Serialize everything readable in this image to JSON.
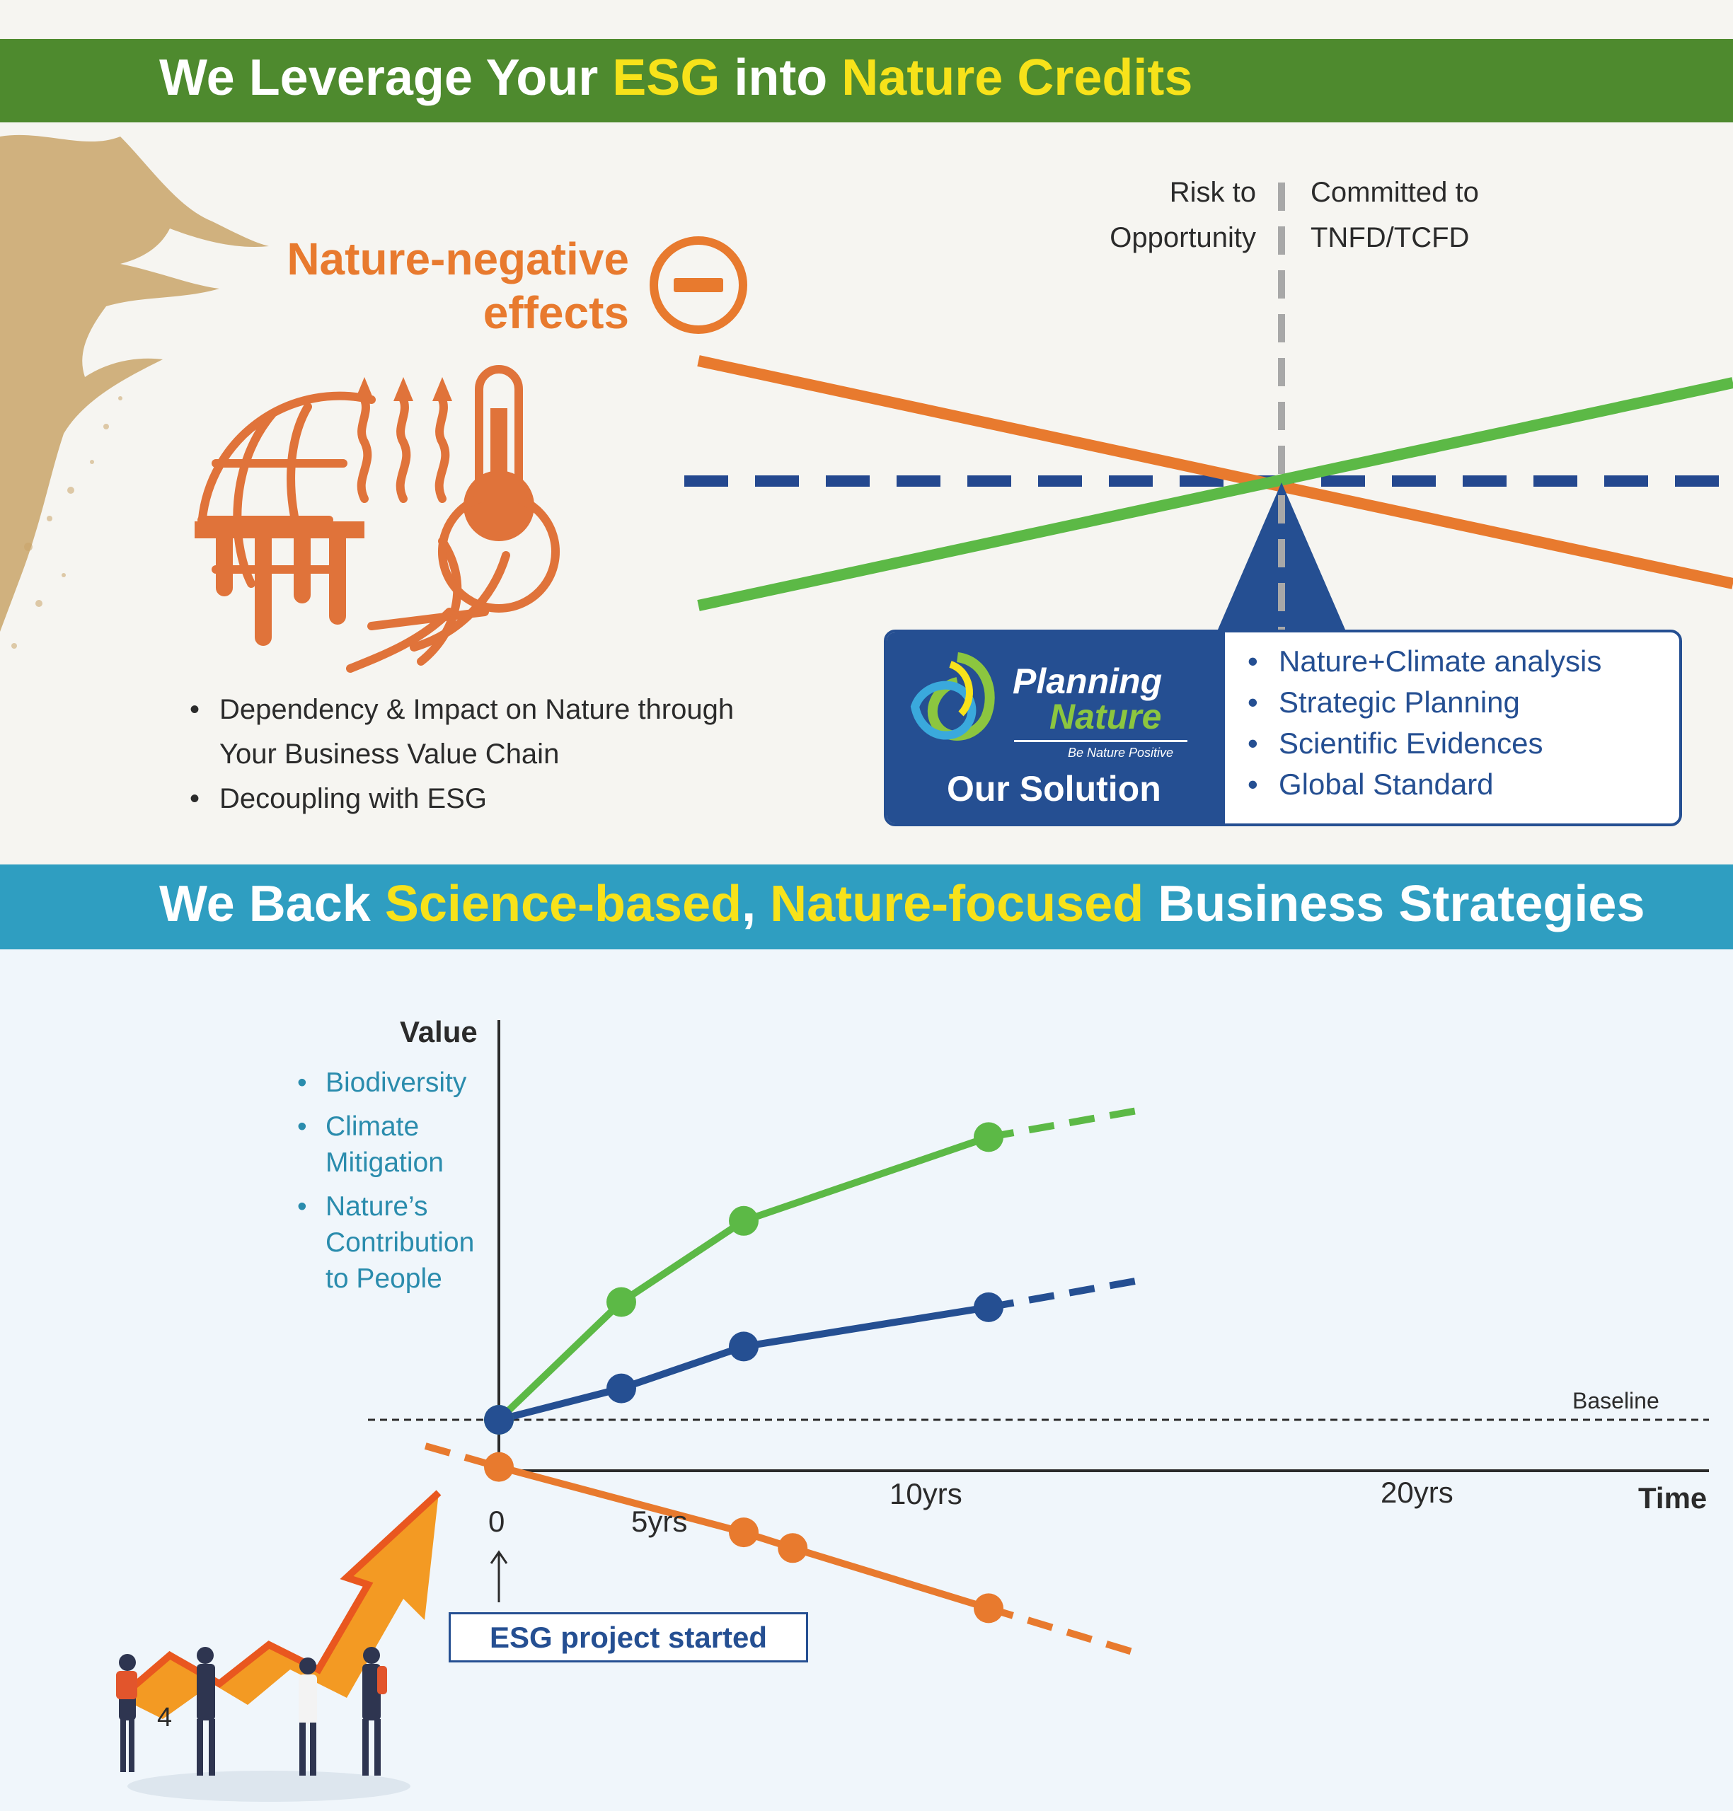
{
  "top_banner": {
    "part1": "We Leverage Your ",
    "highlight1": "ESG",
    "part2": " into ",
    "highlight2": "Nature Credits",
    "bg_color": "#4e8a2e",
    "highlight_color": "#f7e21a"
  },
  "nature_negative": {
    "title_line1": "Nature-negative",
    "title_line2": "effects",
    "icon": "globe-heat-thermometer-icon",
    "color": "#e87a2e",
    "bullets": [
      "Dependency & Impact on Nature through",
      "Your Business Value Chain",
      "Decoupling with ESG"
    ]
  },
  "seesaw": {
    "left_label_line1": "Risk to",
    "left_label_line2": "Opportunity",
    "right_label_line1": "Committed to",
    "right_label_line2": "TNFD/TCFD"
  },
  "solution": {
    "logo_line1": "Planning",
    "logo_line2": "Nature",
    "logo_tagline": "Be Nature Positive",
    "label": "Our Solution",
    "items": [
      "Nature+Climate analysis",
      "Strategic Planning",
      "Scientific Evidences",
      "Global Standard"
    ],
    "color": "#254f92"
  },
  "bottom_banner": {
    "part1": "We Back ",
    "highlight1": "Science-based",
    "part2": ", ",
    "highlight2": "Nature-focused",
    "part3": " Business Strategies",
    "bg_color": "#2f9ec1"
  },
  "chart_data": {
    "type": "line",
    "ylabel": "Value",
    "xlabel": "Time",
    "x_ticks": [
      "0",
      "5yrs",
      "10yrs",
      "20yrs"
    ],
    "baseline_label": "Baseline",
    "value_list": [
      "Biodiversity",
      "Climate Mitigation",
      "Nature’s Contribution to People"
    ],
    "series": [
      {
        "color": "#5cb946",
        "points": [
          [
            0,
            0
          ],
          [
            5,
            4.5
          ],
          [
            10,
            7.6
          ],
          [
            20,
            10.8
          ]
        ],
        "projection_end": [
          26,
          11.8
        ]
      },
      {
        "color": "#254f92",
        "points": [
          [
            0,
            0
          ],
          [
            5,
            1.2
          ],
          [
            10,
            2.8
          ],
          [
            20,
            4.3
          ]
        ],
        "projection_end": [
          26,
          5.3
        ]
      },
      {
        "color": "#e87a2e",
        "points": [
          [
            0,
            -1.8
          ],
          [
            10,
            -4.3
          ],
          [
            12,
            -4.9
          ],
          [
            20,
            -7.2
          ]
        ],
        "projection_start": [
          -3,
          -1.0
        ],
        "projection_end": [
          26,
          -8.9
        ]
      }
    ],
    "annotation": "ESG project started",
    "grid": false
  },
  "page_number": "4"
}
